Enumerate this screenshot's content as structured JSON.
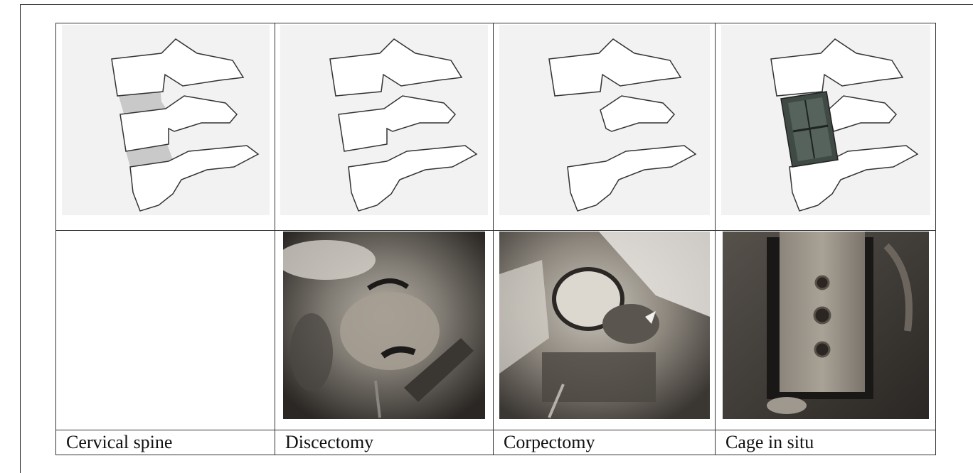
{
  "figure": {
    "captions": [
      "Cervical spine",
      "Discectomy",
      "Corpectomy",
      "Cage in situ"
    ],
    "illustrations": [
      {
        "name": "cervical-spine-illustration",
        "highlight_discs": true
      },
      {
        "name": "discectomy-illustration",
        "highlight_discs": false
      },
      {
        "name": "corpectomy-illustration",
        "highlight_discs": false
      },
      {
        "name": "cage-illustration",
        "cage": true
      }
    ],
    "photos": [
      "discectomy-photo",
      "corpectomy-photo",
      "cage-photo"
    ],
    "colors": {
      "panel_bg": "#f2f2f2",
      "disc_highlight": "#c9c9c9",
      "cage_fill": "#3f4a44",
      "photo_dark": "#2a2724"
    }
  }
}
